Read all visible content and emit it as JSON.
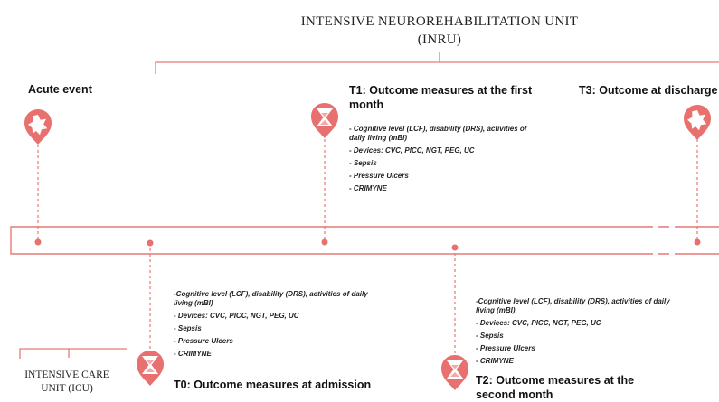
{
  "header": {
    "unit_title_line1": "INTENSIVE NEUROREHABILITATION UNIT",
    "unit_title_line2": "(INRU)"
  },
  "icu": {
    "line1": "INTENSIVE CARE",
    "line2": "UNIT (ICU)"
  },
  "events": {
    "acute": {
      "title": "Acute event"
    },
    "t1": {
      "title": "T1: Outcome measures at the first month",
      "measures": [
        "- Cognitive level (LCF), disability (DRS), activities of daily living (mBI)",
        "- Devices: CVC, PICC, NGT, PEG, UC",
        "- Sepsis",
        "- Pressure Ulcers",
        "- CRIMYNE"
      ]
    },
    "t3": {
      "title": "T3: Outcome at discharge"
    },
    "t0": {
      "title": "T0: Outcome measures at admission",
      "measures": [
        "-Cognitive level (LCF), disability (DRS), activities of daily living (mBI)",
        "- Devices: CVC, PICC, NGT, PEG, UC",
        "- Sepsis",
        "- Pressure Ulcers",
        "- CRIMYNE"
      ]
    },
    "t2": {
      "title": "T2: Outcome measures at the second month",
      "measures": [
        "-Cognitive level  (LCF), disability (DRS), activities of daily living (mBI)",
        "- Devices: CVC, PICC, NGT, PEG, UC",
        "- Sepsis",
        "- Pressure Ulcers",
        "- CRIMYNE"
      ]
    }
  },
  "colors": {
    "accent": "#e8716f",
    "accent_light": "#f2a9a6",
    "line": "#e57a76"
  },
  "icons": {
    "star_pin": "star-badge-pin-icon",
    "hourglass_pin": "hourglass-pin-icon"
  }
}
